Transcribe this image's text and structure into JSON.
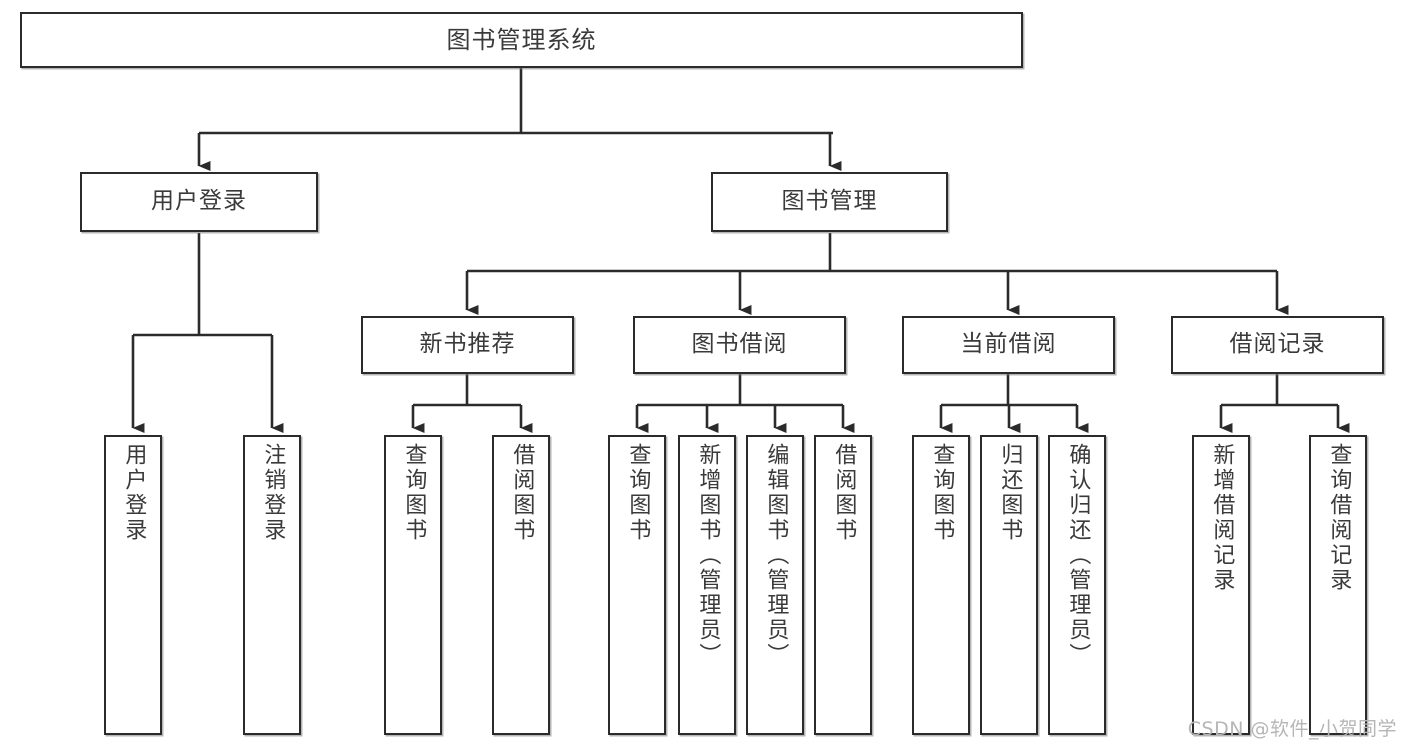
{
  "diagram": {
    "title": "图书管理系统",
    "watermark": "CSDN @软件_小贺同学",
    "line_color": "#2b2b2b",
    "text_color": "#3a3a3a",
    "background": "#ffffff",
    "root": {
      "label": "图书管理系统"
    },
    "level2": [
      {
        "label": "用户登录"
      },
      {
        "label": "图书管理"
      }
    ],
    "level3": [
      {
        "label": "新书推荐"
      },
      {
        "label": "图书借阅"
      },
      {
        "label": "当前借阅"
      },
      {
        "label": "借阅记录"
      }
    ],
    "leaves": {
      "user_login": [
        {
          "label": "用户登录"
        },
        {
          "label": "注销登录"
        }
      ],
      "new_book": [
        {
          "label": "查询图书"
        },
        {
          "label": "借阅图书"
        }
      ],
      "book_borrow": [
        {
          "label": "查询图书"
        },
        {
          "label": "新增图书（管理员）"
        },
        {
          "label": "编辑图书（管理员）"
        },
        {
          "label": "借阅图书"
        }
      ],
      "current_borrow": [
        {
          "label": "查询图书"
        },
        {
          "label": "归还图书"
        },
        {
          "label": "确认归还（管理员）"
        }
      ],
      "borrow_record": [
        {
          "label": "新增借阅记录"
        },
        {
          "label": "查询借阅记录"
        }
      ]
    }
  }
}
